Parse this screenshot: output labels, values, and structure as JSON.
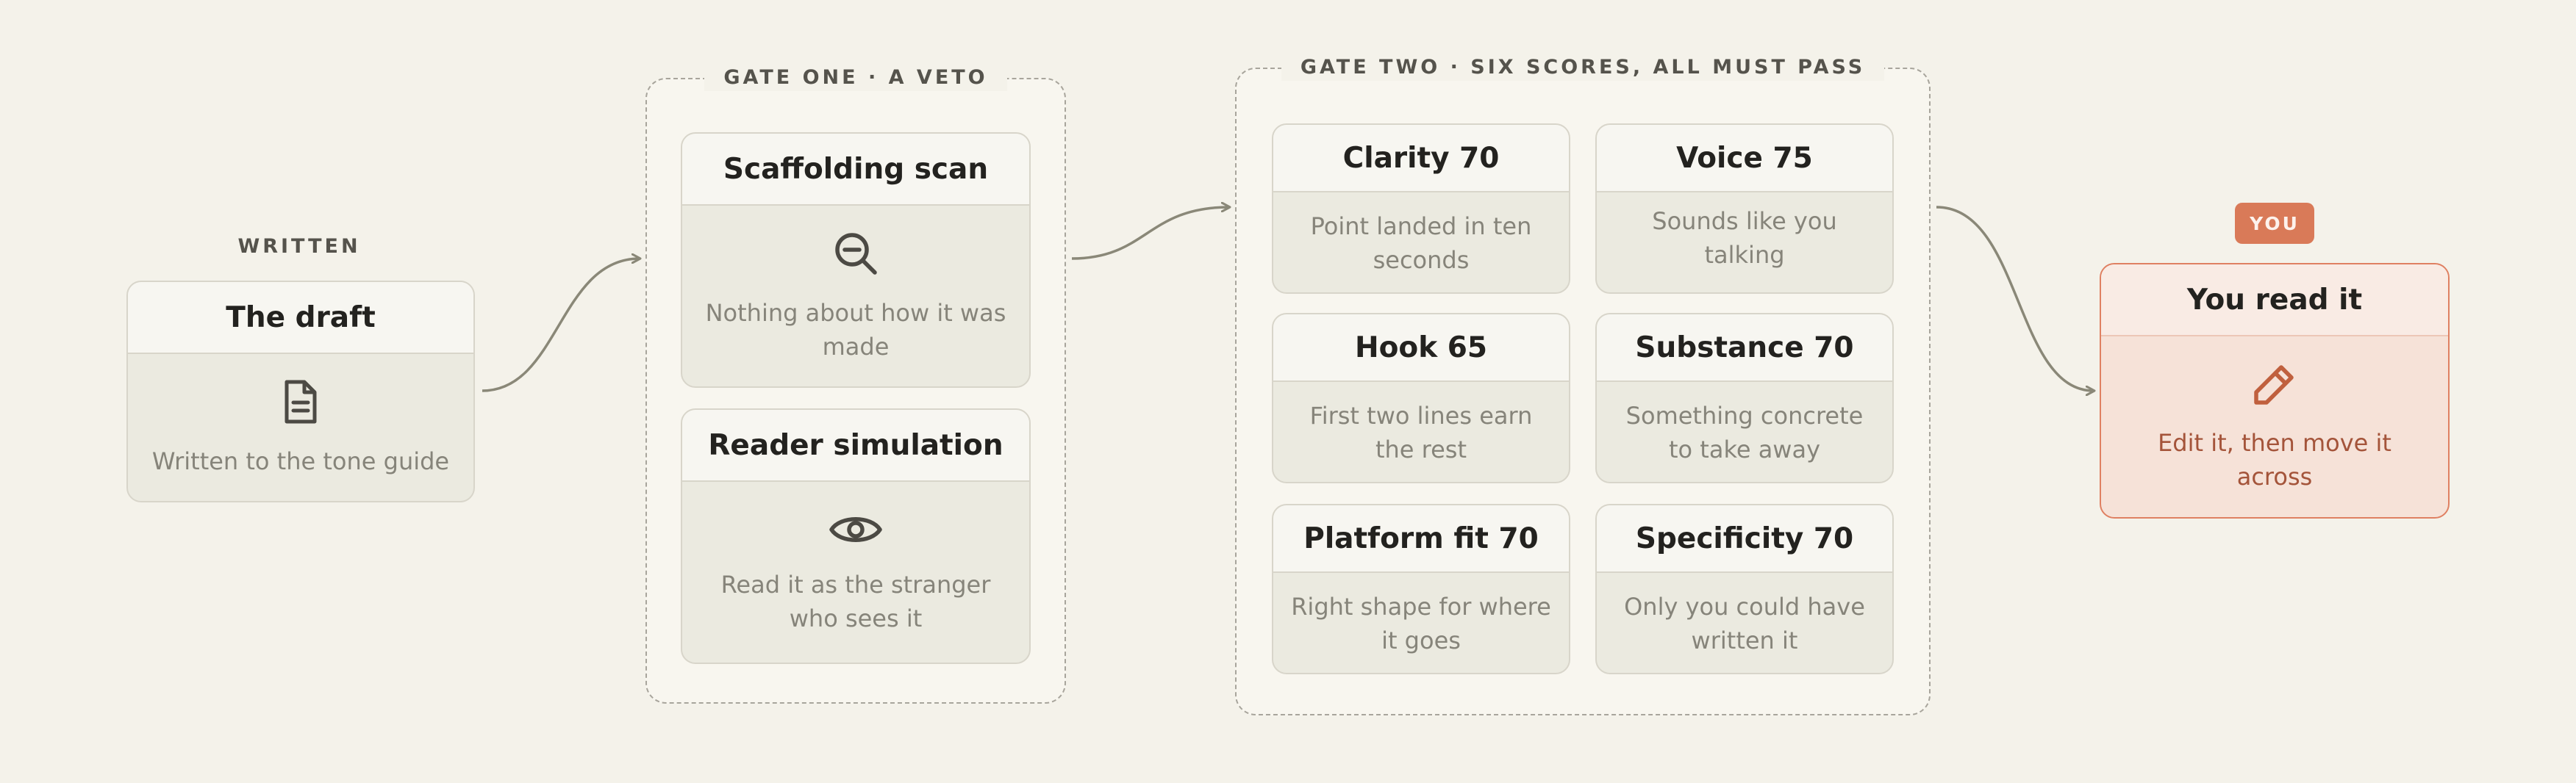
{
  "colors": {
    "background": "#f4f2ea",
    "arrow": "#8a8878",
    "accent": "#d97a58",
    "muted_text": "#86847a"
  },
  "written": {
    "label": "WRITTEN",
    "card": {
      "title": "The draft",
      "icon": "document-icon",
      "text": "Written to the tone guide"
    }
  },
  "gate_one": {
    "label": "GATE ONE · A VETO",
    "cards": [
      {
        "title": "Scaffolding scan",
        "icon": "zoom-out-icon",
        "text": "Nothing about how it was made"
      },
      {
        "title": "Reader simulation",
        "icon": "eye-icon",
        "text": "Read it as the stranger who sees it"
      }
    ]
  },
  "gate_two": {
    "label": "GATE TWO · SIX SCORES, ALL MUST PASS",
    "cards": [
      {
        "title": "Clarity 70",
        "text": "Point landed in ten seconds"
      },
      {
        "title": "Voice 75",
        "text": "Sounds like you talking"
      },
      {
        "title": "Hook 65",
        "text": "First two lines earn the rest"
      },
      {
        "title": "Substance 70",
        "text": "Something concrete to take away"
      },
      {
        "title": "Platform fit 70",
        "text": "Right shape for where it goes"
      },
      {
        "title": "Specificity 70",
        "text": "Only you could have written it"
      }
    ]
  },
  "reader": {
    "badge": "YOU",
    "card": {
      "title": "You read it",
      "icon": "pencil-icon",
      "text": "Edit it, then move it across"
    }
  }
}
